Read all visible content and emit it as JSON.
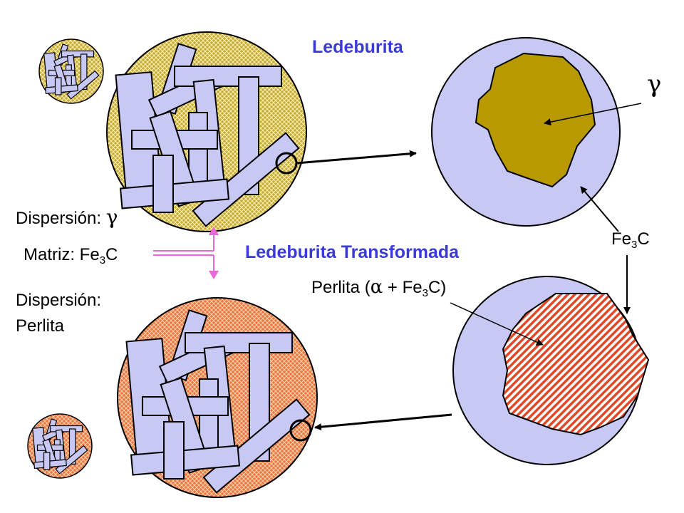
{
  "titles": {
    "top": "Ledeburita",
    "bottom": "Ledeburita Transformada"
  },
  "labels": {
    "dispersion_gamma_prefix": "Dispersión:",
    "gamma_symbol": "γ",
    "matriz_prefix": "Matriz: Fe",
    "matriz_sub": "3",
    "matriz_suffix": "C",
    "dispersion_perlita_line1": "Dispersión:",
    "dispersion_perlita_line2": "Perlita",
    "gamma_phase": "γ",
    "fe3c_prefix": "Fe",
    "fe3c_sub": "3",
    "fe3c_suffix": "C",
    "perlita_prefix": "Perlita (",
    "alpha_symbol": "α",
    "perlita_mid": " + Fe",
    "perlita_sub": "3",
    "perlita_suffix": "C)"
  },
  "colors": {
    "title_blue": "#3a3ad8",
    "austenite_olive": "#b89a00",
    "cementite_lavender": "#c8c8f5",
    "pearlite_red": "#e05030",
    "pearlite_matrix_orange": "#e87840",
    "connector_pink": "#e86ad8"
  }
}
